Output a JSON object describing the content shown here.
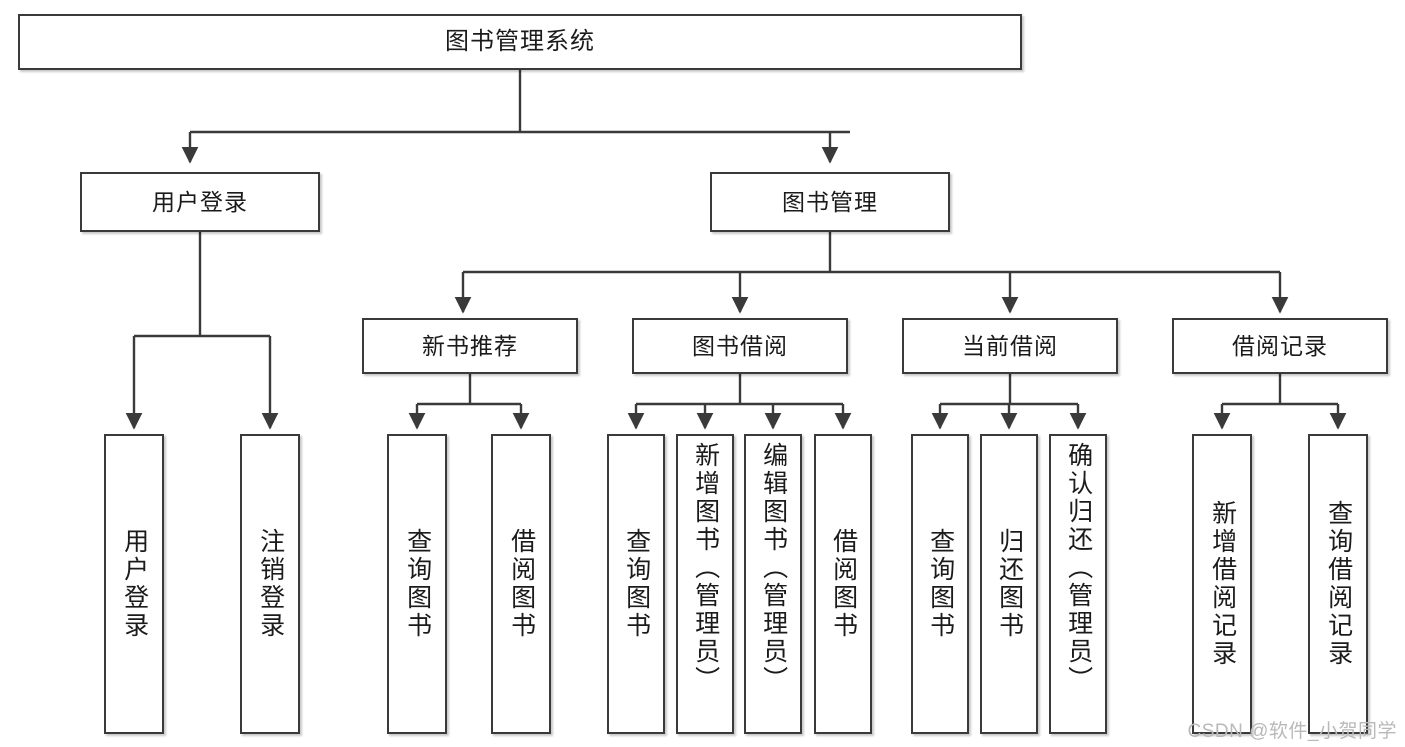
{
  "diagram": {
    "type": "tree",
    "title": "图书管理系统",
    "orientation": "top-down",
    "colors": {
      "background": "#ffffff",
      "node_fill": "#ffffff",
      "node_border": "#3a3a3a",
      "edge": "#3a3a3a",
      "text": "#1b1b1b",
      "watermark": "#b9b9b9"
    },
    "root": {
      "label": "图书管理系统"
    },
    "level2": [
      {
        "label": "用户登录"
      },
      {
        "label": "图书管理"
      }
    ],
    "level3": [
      {
        "label": "新书推荐"
      },
      {
        "label": "图书借阅"
      },
      {
        "label": "当前借阅"
      },
      {
        "label": "借阅记录"
      }
    ],
    "leaves": {
      "user_login": [
        {
          "label": "用户登录"
        },
        {
          "label": "注销登录"
        }
      ],
      "new_book_recommend": [
        {
          "label": "查询图书"
        },
        {
          "label": "借阅图书"
        }
      ],
      "book_borrow": [
        {
          "label": "查询图书"
        },
        {
          "label": "新增图书（管理员）"
        },
        {
          "label": "编辑图书（管理员）"
        },
        {
          "label": "借阅图书"
        }
      ],
      "current_borrow": [
        {
          "label": "查询图书"
        },
        {
          "label": "归还图书"
        },
        {
          "label": "确认归还（管理员）"
        }
      ],
      "borrow_record": [
        {
          "label": "新增借阅记录"
        },
        {
          "label": "查询借阅记录"
        }
      ]
    }
  },
  "watermark": {
    "text": "CSDN @软件_小贺同学"
  }
}
